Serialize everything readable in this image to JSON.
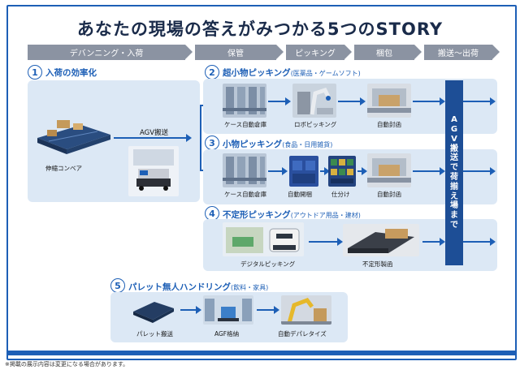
{
  "title": "あなたの現場の答えがみつかる5つのSTORY",
  "stages": [
    "デバンニング・入荷",
    "保管",
    "ピッキング",
    "梱包",
    "搬送～出荷"
  ],
  "story1": {
    "num": "1",
    "title": "入荷の効率化",
    "conveyor_caption": "伸縮コンベア",
    "agv_label": "AGV搬送"
  },
  "story2": {
    "num": "2",
    "title": "超小物ピッキング",
    "subtitle": "(医薬品・ゲームソフト)",
    "steps": [
      "ケース自動倉庫",
      "ロボピッキング",
      "自動封函"
    ]
  },
  "story3": {
    "num": "3",
    "title": "小物ピッキング",
    "subtitle": "(食品・日用雑貨)",
    "steps": [
      "ケース自動倉庫",
      "自動開梱",
      "仕分け",
      "自動封函"
    ]
  },
  "story4": {
    "num": "4",
    "title": "不定形ピッキング",
    "subtitle": "(アウトドア用品・建材)",
    "steps": [
      "デジタルピッキング",
      "不定形製函"
    ]
  },
  "story5": {
    "num": "5",
    "title": "パレット無人ハンドリング",
    "subtitle": "(飲料・家具)",
    "steps": [
      "パレット搬送",
      "AGF格納",
      "自動デパレタイズ"
    ]
  },
  "agv_column": [
    "A",
    "G",
    "V",
    "搬",
    "送",
    "で",
    "荷",
    "揃",
    "え",
    "場",
    "ま",
    "で"
  ],
  "footnote": "※掲載の展示内容は変更になる場合があります。",
  "colors": {
    "accent": "#1d5fb6",
    "panel": "#dce8f5",
    "stage": "#8b93a2",
    "agv_column": "#1d4e96"
  }
}
